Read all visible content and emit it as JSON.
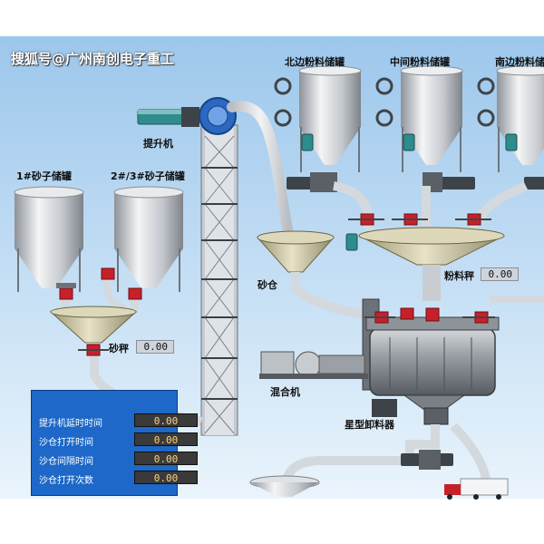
{
  "watermark": "搜狐号@广州南创电子重工",
  "labels": {
    "north_silo": "北边粉料储罐",
    "middle_silo": "中间粉料储罐",
    "south_silo": "南边粉料储",
    "elevator": "提升机",
    "sand_tank1": "1#砂子储罐",
    "sand_tank23": "2#/3#砂子储罐",
    "sand_bin": "砂仓",
    "mixer": "混合机",
    "star_valve": "星型卸料器",
    "powder_scale": "粉料秤",
    "sand_scale": "砂秤"
  },
  "values": {
    "powder_scale": "0.00",
    "sand_scale": "0.00"
  },
  "panel": {
    "rows": [
      {
        "label": "提升机延时时间",
        "value": "0.00"
      },
      {
        "label": "沙仓打开时间",
        "value": "0.00"
      },
      {
        "label": "沙仓间隔时间",
        "value": "0.00"
      },
      {
        "label": "沙仓打开次数",
        "value": "0.00"
      }
    ]
  },
  "colors": {
    "background_top": "#a9cfee",
    "background_bottom": "#e6f2fb",
    "pipe": "#d9dde1",
    "valve_red": "#c8202a",
    "motor_teal": "#2f8c8c",
    "panel_blue": "#1d68c8"
  }
}
